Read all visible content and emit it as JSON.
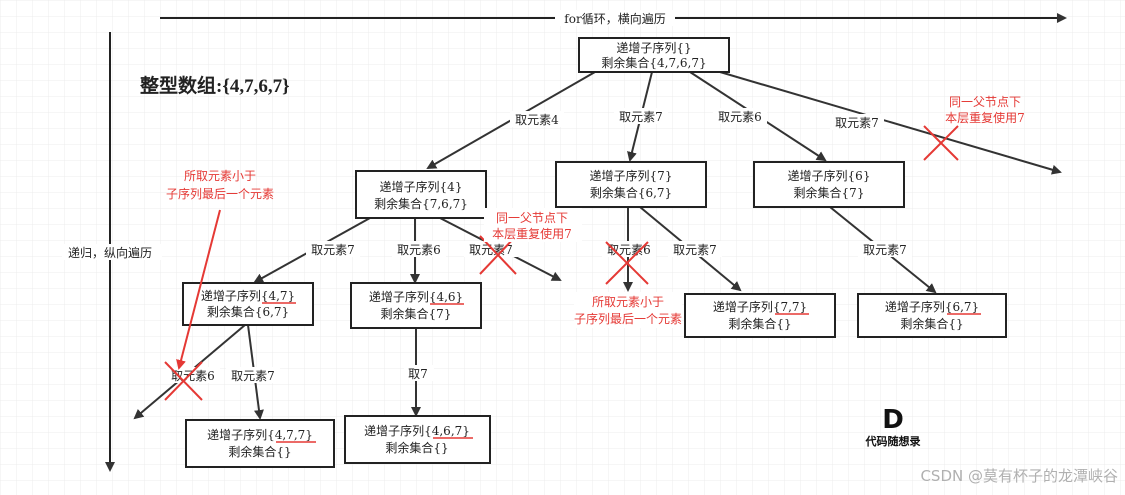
{
  "axes": {
    "horizontal": "for循环，横向遍历",
    "vertical": "递归，纵向遍历"
  },
  "title": "整型数组:{4,7,6,7}",
  "nodes": {
    "root": {
      "line1": "递增子序列{}",
      "line2": "剩余集合{4,7,6,7}"
    },
    "n4": {
      "line1": "递增子序列{4}",
      "line2": "剩余集合{7,6,7}"
    },
    "n7": {
      "line1": "递增子序列{7}",
      "line2": "剩余集合{6,7}"
    },
    "n6": {
      "line1": "递增子序列{6}",
      "line2": "剩余集合{7}"
    },
    "n47": {
      "line1": "递增子序列{4,7}",
      "line2": "剩余集合{6,7}"
    },
    "n46": {
      "line1": "递增子序列{4,6}",
      "line2": "剩余集合{7}"
    },
    "n77": {
      "line1": "递增子序列{7,7}",
      "line2": "剩余集合{}"
    },
    "n67": {
      "line1": "递增子序列{6,7}",
      "line2": "剩余集合{}"
    },
    "n477": {
      "line1": "递增子序列{4,7,7}",
      "line2": "剩余集合{}"
    },
    "n467": {
      "line1": "递增子序列{4,6,7}",
      "line2": "剩余集合{}"
    }
  },
  "edges": {
    "root_4": "取元素4",
    "root_7": "取元素7",
    "root_6": "取元素6",
    "root_7b": "取元素7",
    "n4_7": "取元素7",
    "n4_6": "取元素6",
    "n4_7b": "取元素7",
    "n7_6": "取元素6",
    "n7_7": "取元素7",
    "n6_7": "取元素7",
    "n47_6": "取元素6",
    "n47_7": "取元素7",
    "n46_7": "取7"
  },
  "annotations": {
    "same_parent_line1": "同一父节点下",
    "same_parent_line2": "本层重复使用7",
    "smaller_line1": "所取元素小于",
    "smaller_line2": "子序列最后一个元素"
  },
  "logo": {
    "letter": "D",
    "text": "代码随想录"
  },
  "watermark": "CSDN @莫有杯子的龙潭峡谷",
  "colors": {
    "grid": "#eeeeee",
    "line": "#333333",
    "accent": "#e53935"
  }
}
